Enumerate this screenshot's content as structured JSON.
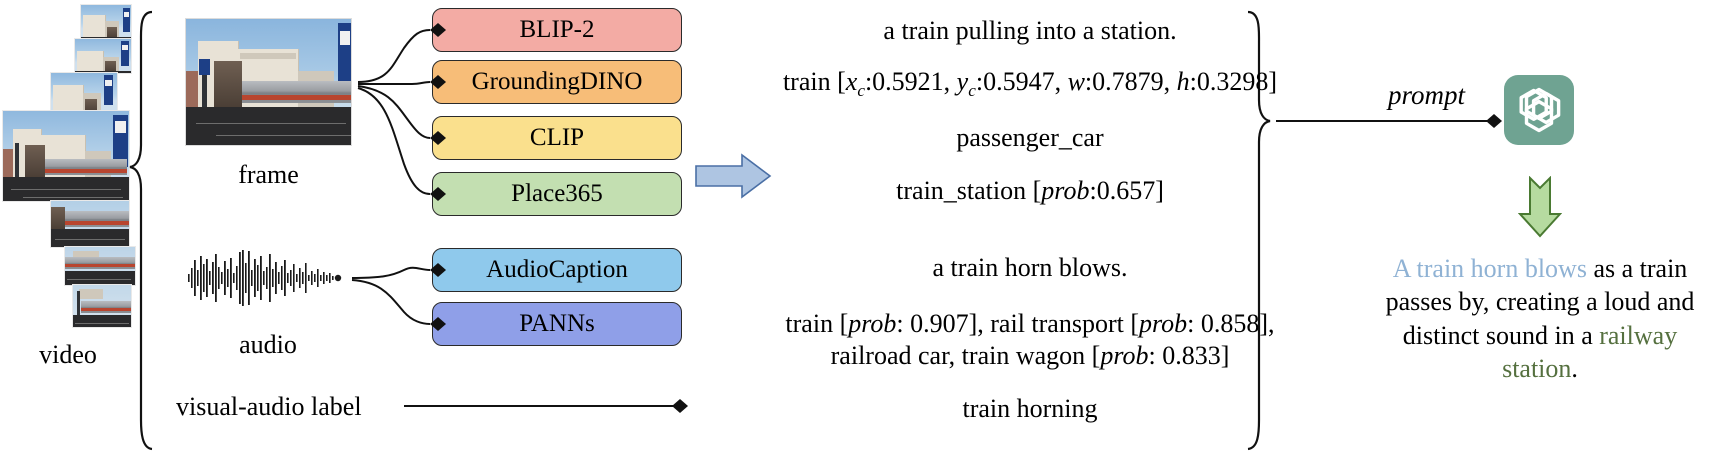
{
  "inputs": {
    "video_label": "video",
    "frame_label": "frame",
    "audio_label": "audio",
    "visual_audio_label": "visual-audio label"
  },
  "icons": {
    "video_stack": "film-frame-stack-icon",
    "frame": "video-frame-image-icon",
    "audio": "audio-waveform-icon",
    "pipeline_arrow": "right-block-arrow-icon",
    "gpt_logo": "openai-chatgpt-logo-icon",
    "down_arrow": "down-block-arrow-icon",
    "brace_left": "left-curly-brace-icon",
    "brace_right": "right-curly-brace-icon",
    "connector_diamond": "diamond-endpoint-icon"
  },
  "models": {
    "visual": [
      {
        "id": "blip2",
        "label": "BLIP-2",
        "color": "#f3aba4"
      },
      {
        "id": "groundingdino",
        "label": "GroundingDINO",
        "color": "#f7bd78"
      },
      {
        "id": "clip",
        "label": "CLIP",
        "color": "#fae08d"
      },
      {
        "id": "place365",
        "label": "Place365",
        "color": "#c3dfb1"
      }
    ],
    "audio": [
      {
        "id": "audiocaption",
        "label": "AudioCaption",
        "color": "#8fc9ec"
      },
      {
        "id": "panns",
        "label": "PANNs",
        "color": "#8f9fe8"
      }
    ]
  },
  "outputs": {
    "caption": "a train pulling into a station.",
    "detection": {
      "object": "train",
      "xc": "0.5921",
      "yc": "0.5947",
      "w": "0.7879",
      "h": "0.3298",
      "xc_key": "x",
      "xc_sub": "c",
      "yc_key": "y",
      "yc_sub": "c",
      "w_key": "w",
      "h_key": "h"
    },
    "clip_class": "passenger_car",
    "place": {
      "label": "train_station",
      "prob_key": "prob",
      "prob": "0.657"
    },
    "audio_caption": "a train horn blows.",
    "panns_line1_a": "train [",
    "panns_line1_prob1": "prob",
    "panns_line1_b": ": 0.907], rail transport [",
    "panns_line1_prob2": "prob",
    "panns_line1_c": ":",
    "panns_line2_a": "0.858], railroad car, train wagon [",
    "panns_line2_prob3": "prob",
    "panns_line2_b": ": 0.833]",
    "visual_audio_value": "train horning"
  },
  "llm": {
    "prompt_label": "prompt",
    "response": {
      "seg_blue": "A train horn blows",
      "seg_mid": " as a train passes by, creating a loud and distinct sound in a ",
      "seg_green": "railway station",
      "seg_end": "."
    },
    "brand_color": "#6fa392",
    "highlight_blue": "#8fb2d4",
    "highlight_green": "#55703f",
    "arrow_fill": "#b6dba0",
    "arrow_stroke": "#4a7a32"
  }
}
